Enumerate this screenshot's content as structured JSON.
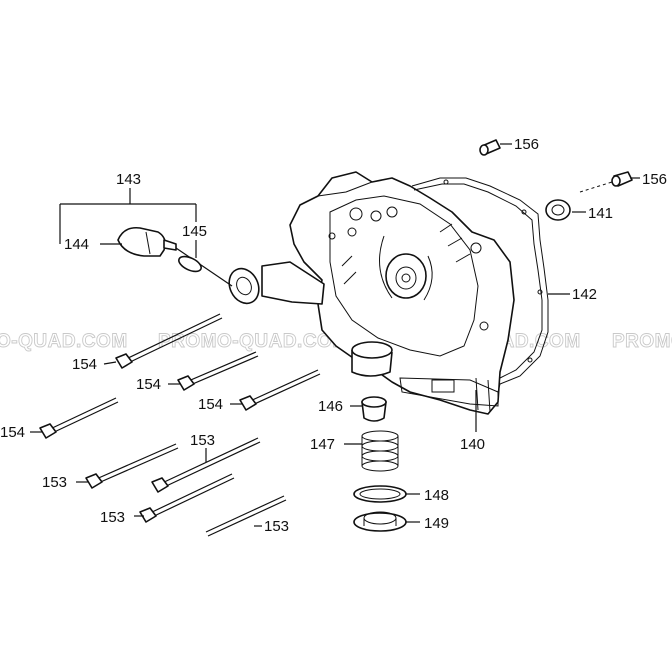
{
  "watermarks": [
    "O-QUAD.COM",
    "PROMO-QUAD.COM",
    "PROMO-QUAD.COM",
    "PROMO"
  ],
  "callouts": {
    "p143": "143",
    "p144": "144",
    "p145": "145",
    "p156a": "156",
    "p156b": "156",
    "p141": "141",
    "p142": "142",
    "p140": "140",
    "p146": "146",
    "p147": "147",
    "p148": "148",
    "p149": "149",
    "p154a": "154",
    "p154b": "154",
    "p154c": "154",
    "p154d": "154",
    "p153a": "153",
    "p153b": "153",
    "p153c": "153",
    "p153d": "153"
  }
}
